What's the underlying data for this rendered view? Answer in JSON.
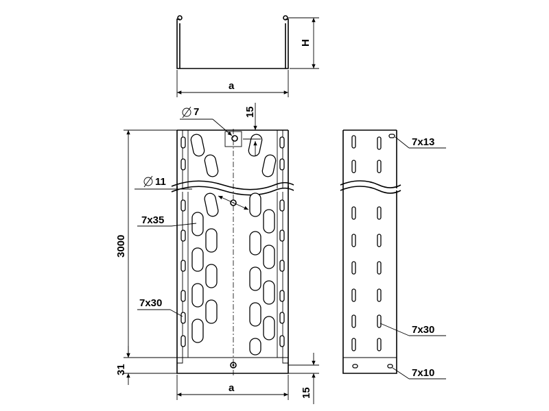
{
  "labels": {
    "width_top": "a",
    "height": "H",
    "hole_small": "7",
    "edge_offset": "15",
    "hole_large": "11",
    "slot_main": "7x35",
    "length": "3000",
    "slot_side": "7x30",
    "end_offset": "31",
    "width_bottom": "a",
    "bottom_offset": "15",
    "slot_side_small": "7x13",
    "slot_side_right": "7x30",
    "slot_end": "7x10"
  }
}
